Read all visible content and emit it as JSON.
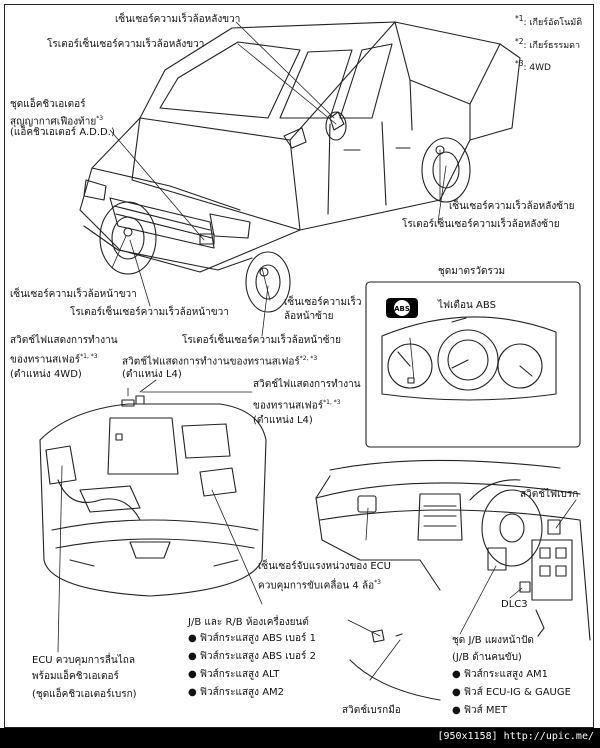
{
  "legend": [
    {
      "marker": "*1",
      "text": ": เกียร์อัตโนมัติ"
    },
    {
      "marker": "*2",
      "text": ": เกียร์ธรรมดา"
    },
    {
      "marker": "*3",
      "text": ": 4WD"
    }
  ],
  "labels": {
    "rr_sensor": "เซ็นเซอร์ความเร็วล้อหลังขวา",
    "rr_rotor": "โรเตอร์เซ็นเซอร์ความเร็วล้อหลังขวา",
    "add_1": "ชุดแอ็คชิวเอเตอร์",
    "add_2": "สุญญากาศเฟืองท้าย",
    "add_sup": "*3",
    "add_3": "(แอ็คชิวเอเตอร์ A.D.D.)",
    "rl_sensor": "เซ็นเซอร์ความเร็วล้อหลังซ้าย",
    "rl_rotor": "โรเตอร์เซ็นเซอร์ความเร็วล้อหลังซ้าย",
    "fr_sensor": "เซ็นเซอร์ความเร็วล้อหน้าขวา",
    "fr_rotor": "โรเตอร์เซ็นเซอร์ความเร็วล้อหน้าขวา",
    "fl_sensor_1": "เซ็นเซอร์ความเร็ว",
    "fl_sensor_2": "ล้อหน้าซ้าย",
    "fl_rotor": "โรเตอร์เซ็นเซอร์ความเร็วล้อหน้าซ้าย",
    "combo_meter": "ชุดมาตรวัดรวม",
    "abs_warning": "ไฟเตือน ABS",
    "abs_badge": "ABS",
    "tsw1_1": "สวิตช์ไฟแสดงการทำงาน",
    "tsw1_2": "ของทรานสเฟอร์",
    "tsw1_sup": "*1, *3",
    "tsw1_3": "(ตำแหน่ง 4WD)",
    "tsw2_1": "สวิตช์ไฟแสดงการทำงานของทรานสเฟอร์",
    "tsw2_sup": "*2, *3",
    "tsw2_2": "(ตำแหน่ง L4)",
    "tsw3_1": "สวิตช์ไฟแสดงการทำงาน",
    "tsw3_2": "ของทรานสเฟอร์",
    "tsw3_sup": "*1, *3",
    "tsw3_3": "(ตำแหน่ง L4)",
    "stop_sw": "สวิตช์ไฟเบรก",
    "decel_1": "เซ็นเซอร์จับแรงหน่วงของ ECU",
    "decel_2": "ควบคุมการขับเคลื่อน 4 ล้อ",
    "decel_sup": "*3",
    "dlc3": "DLC3",
    "jb_engine": "J/B และ R/B ห้องเครื่องยนต์",
    "jb_panel_1": "ชุด J/B แผงหน้าปัด",
    "jb_panel_2": "(J/B ด้านคนขับ)",
    "ecu_1": "ECU ควบคุมการลื่นไถล",
    "ecu_2": "พร้อมแอ็คชิวเอเตอร์",
    "ecu_3": "(ชุดแอ็คชิวเอเตอร์เบรก)",
    "parking_brake": "สวิตช์เบรกมือ"
  },
  "engine_fuses": [
    "ฟิวส์กระแสสูง ABS เบอร์ 1",
    "ฟิวส์กระแสสูง ABS เบอร์ 2",
    "ฟิวส์กระแสสูง ALT",
    "ฟิวส์กระแสสูง AM2"
  ],
  "panel_fuses": [
    "ฟิวส์กระแสสูง AM1",
    "ฟิวส์ ECU-IG & GAUGE",
    "ฟิวส์ MET"
  ],
  "watermark": "[950x1158] http://upic.me/"
}
